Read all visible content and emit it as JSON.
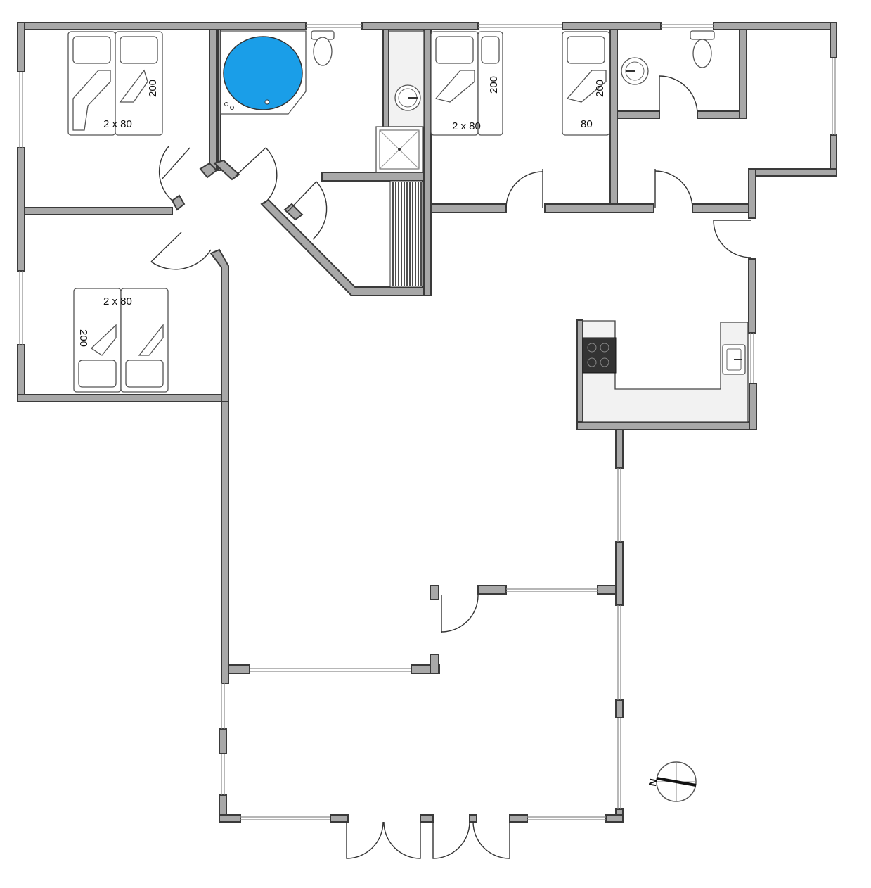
{
  "plan": {
    "labels": {
      "bed_room1": "2 x 80",
      "bed_room1_len": "200",
      "bed_room2": "2 x 80",
      "bed_room2_len": "200",
      "bed_room3": "2 x 80",
      "bed_room3_len": "200",
      "bed_room4": "80",
      "bed_room4_len": "200"
    },
    "compass": "N",
    "colors": {
      "wall": "#a8a8a8",
      "tub": "#1a9ee8",
      "stove": "#333333"
    }
  }
}
